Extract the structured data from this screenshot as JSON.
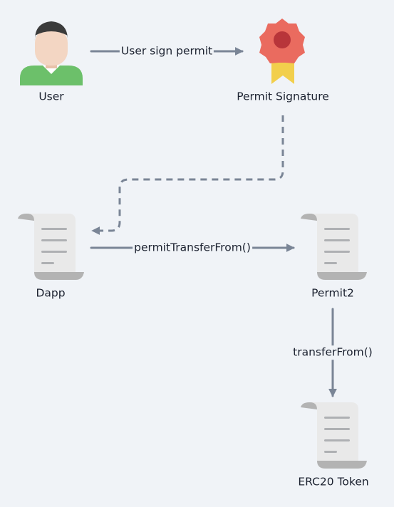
{
  "nodes": {
    "user": {
      "label": "User"
    },
    "signature": {
      "label": "Permit Signature"
    },
    "dapp": {
      "label": "Dapp"
    },
    "permit2": {
      "label": "Permit2"
    },
    "erc20": {
      "label": "ERC20 Token"
    }
  },
  "edges": {
    "user_to_signature": {
      "label": "User sign permit",
      "style": "solid"
    },
    "signature_to_dapp": {
      "label": "",
      "style": "dashed"
    },
    "dapp_to_permit2": {
      "label": "permitTransferFrom()",
      "style": "solid"
    },
    "permit2_to_erc20": {
      "label": "transferFrom()",
      "style": "solid"
    }
  },
  "colors": {
    "background": "#f0f3f7",
    "arrow": "#7a8596",
    "text": "#1c2230",
    "badge_red": "#ea6b5f",
    "badge_center": "#b8353a",
    "ribbon": "#f2cf4c",
    "shirt": "#6cc06a",
    "skin": "#f3d6c3",
    "hair": "#3b3b3b",
    "scroll_paper": "#e9e9e9",
    "scroll_fold": "#b3b3b3",
    "scroll_lines": "#aeb0b3"
  },
  "icons": {
    "user": "user-avatar-icon",
    "signature": "award-badge-icon",
    "contract": "scroll-document-icon"
  }
}
